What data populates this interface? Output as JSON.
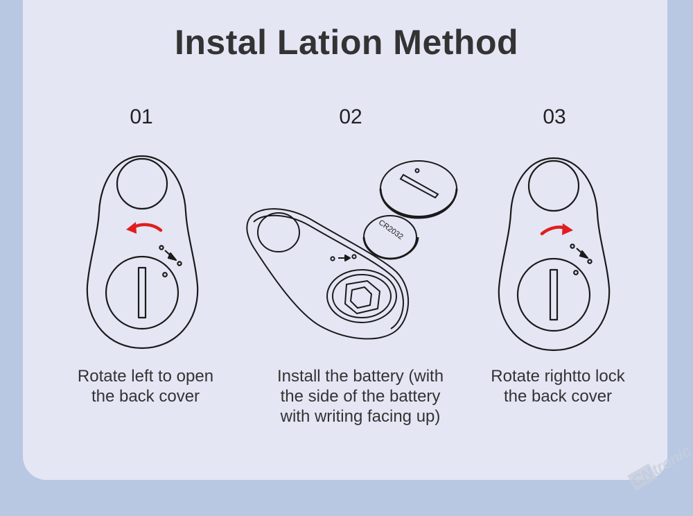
{
  "page": {
    "title": "Instal Lation Method"
  },
  "steps": [
    {
      "number": "01",
      "caption_lines": [
        "Rotate left to open",
        "the back cover"
      ]
    },
    {
      "number": "02",
      "caption_lines": [
        "Install the battery (with",
        "the side of the battery",
        "with writing facing up)"
      ],
      "battery_label": "CR2032"
    },
    {
      "number": "03",
      "caption_lines": [
        "Rotate rightto lock",
        "the back cover"
      ]
    }
  ],
  "watermark": {
    "prefix": "CN",
    "suffix": "tronic"
  },
  "colors": {
    "background": "#b8c8e3",
    "panel": "#e4e6f4",
    "title": "#333333",
    "line_art": "#1a1a1a",
    "arrow_red": "#e01e1e"
  }
}
